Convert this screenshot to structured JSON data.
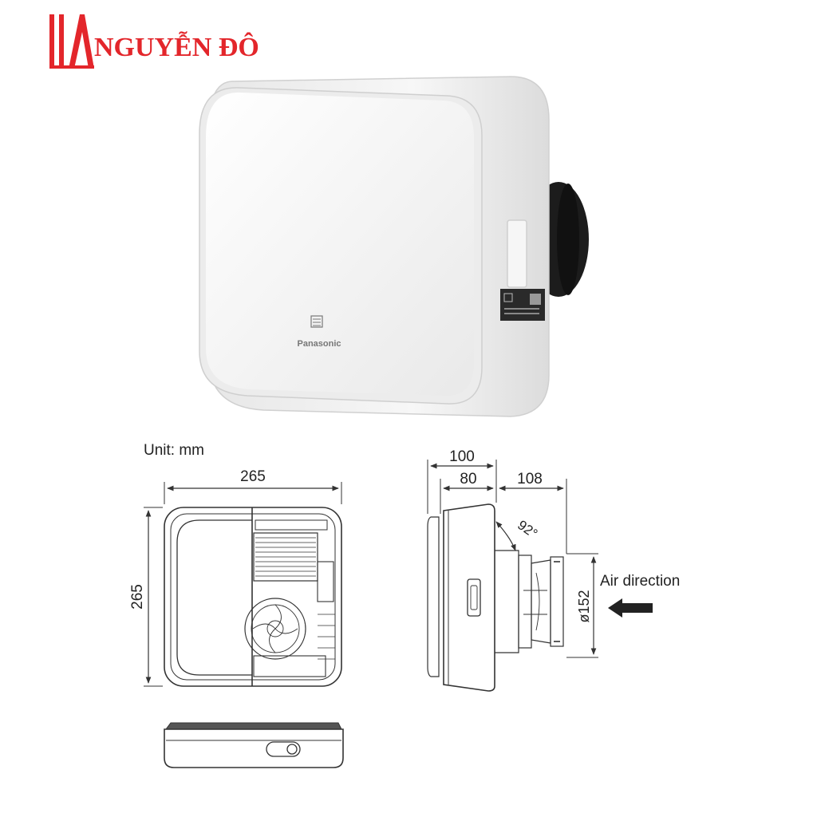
{
  "logo": {
    "brand_text": "NGUYỄN ĐÔ",
    "brand_color": "#e3262b"
  },
  "product": {
    "brand_label": "Panasonic"
  },
  "drawing": {
    "unit_label": "Unit: mm",
    "front_width": "265",
    "front_height": "265",
    "side_total_depth": "100",
    "side_body_depth": "80",
    "side_duct_length": "108",
    "angle_label": "92°",
    "duct_diameter": "ø152",
    "air_direction_label": "Air direction"
  },
  "colors": {
    "line": "#333333",
    "housing": "#f4f4f4",
    "duct": "#1a1a1a"
  }
}
